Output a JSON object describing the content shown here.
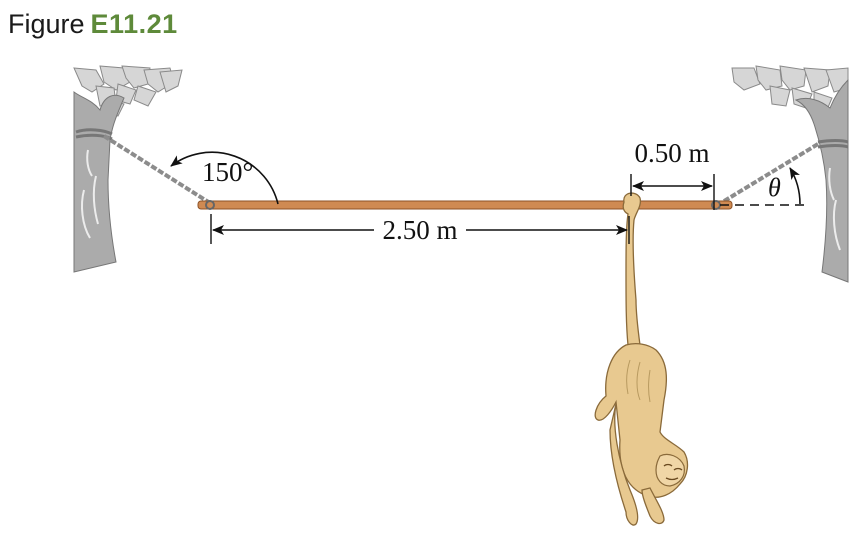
{
  "caption": {
    "prefix": "Figure",
    "number": "E11.21"
  },
  "labels": {
    "angle_left": "150°",
    "dist_long": "2.50 m",
    "dist_short": "0.50 m",
    "angle_right": "θ"
  },
  "colors": {
    "caption_number": "#5e8a3a",
    "pole": "#cf8a52",
    "monkey": "#e8c990",
    "tree_trunk": "#a9a9a9",
    "leaves": "#d4d4d4"
  }
}
